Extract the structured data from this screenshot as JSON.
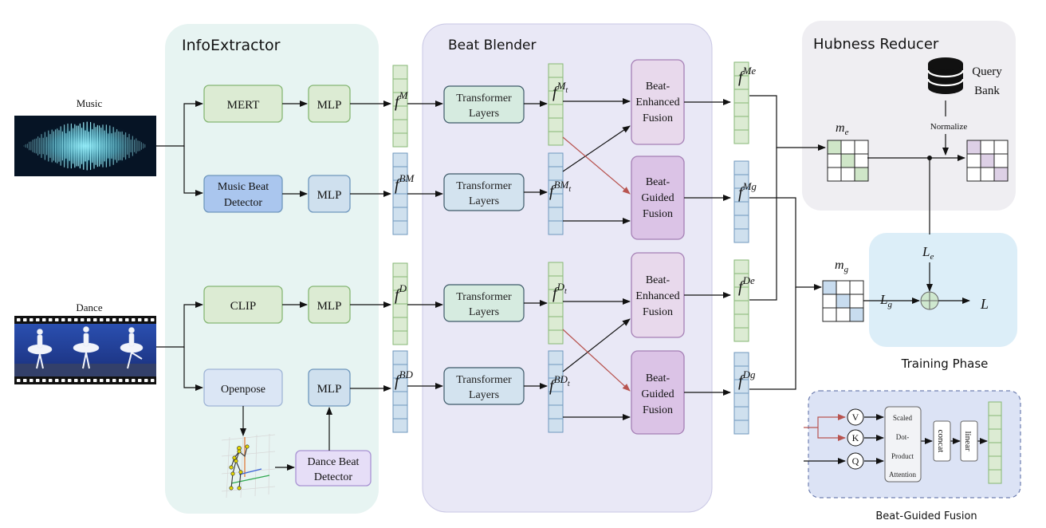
{
  "colors": {
    "info_panel": "#e7f4f2",
    "blender_panel": "#e9e8f6",
    "hubness_panel": "#efeef2",
    "training_panel": "#dceef8",
    "guided_inset": "#dce3f5",
    "green_box": "#dcebd3",
    "green_stroke": "#86b774",
    "blue_box": "#cfe0ee",
    "blue_stroke": "#6f97bd",
    "beat_detector": "#aac6ee",
    "openpose": "#dbe6f5",
    "purple_box": "#e8d9ec",
    "purple_stroke": "#a57fb5",
    "guided_box": "#dbc3e6",
    "dance_beat": "#e6def7",
    "red_arrow": "#b85450"
  },
  "panels": {
    "info_title": "InfoExtractor",
    "blender_title": "Beat Blender",
    "hubness_title": "Hubness Reducer",
    "training_title": "Training Phase",
    "guided_caption": "Beat-Guided Fusion"
  },
  "inputs": {
    "music_label": "Music",
    "dance_label": "Dance"
  },
  "extractors": {
    "mert": "MERT",
    "music_beat_1": "Music Beat",
    "music_beat_2": "Detector",
    "clip": "CLIP",
    "openpose": "Openpose",
    "dance_beat_1": "Dance Beat",
    "dance_beat_2": "Detector",
    "mlp": "MLP"
  },
  "blender": {
    "transformer_1": "Transformer",
    "transformer_2": "Layers"
  },
  "fusion": {
    "beat_1": "Beat-",
    "enhanced": "Enhanced",
    "guided": "Guided",
    "fusion": "Fusion"
  },
  "features": {
    "f": "f",
    "sup_M": "M",
    "sup_BM": "BM",
    "sup_D": "D",
    "sup_BD": "BD",
    "sup_Mt": "M",
    "sub_t": "t",
    "sup_BMt": "BM",
    "sup_Dt": "D",
    "sup_BDt": "BD",
    "sup_Me": "Me",
    "sup_Mg": "Mg",
    "sup_De": "De",
    "sup_Dg": "Dg"
  },
  "hubness": {
    "query_1": "Query",
    "query_2": "Bank",
    "normalize": "Normalize",
    "m": "m",
    "sub_e": "e",
    "sub_g": "g"
  },
  "training": {
    "L": "L",
    "sub_e": "e",
    "sub_g": "g"
  },
  "guided_inset": {
    "V": "V",
    "K": "K",
    "Q": "Q",
    "attn_1": "Scaled",
    "attn_2": "Dot-",
    "attn_3": "Product",
    "attn_4": "Attention",
    "concat": "concat",
    "linear": "linear"
  }
}
